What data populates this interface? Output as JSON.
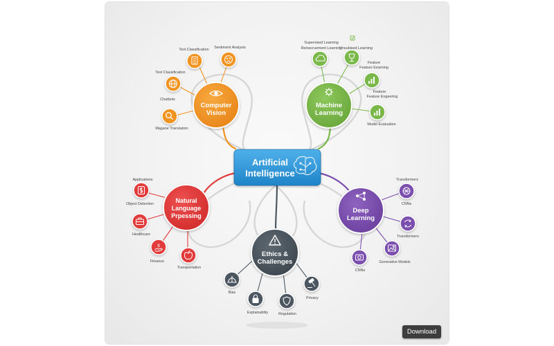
{
  "diagram": {
    "center": {
      "title_line1": "Artificial",
      "title_line2": "Intelligence",
      "icon": "brain-circuit-icon"
    },
    "branches": {
      "computer_vision": {
        "title_line1": "Computer",
        "title_line2": "Vision",
        "color": "#f29423",
        "icon": "eye-icon",
        "leaves": [
          {
            "label": "Sentiment Analysis",
            "icon": "sad-face-icon"
          },
          {
            "label": "Text Classification",
            "icon": "document-icon"
          },
          {
            "label": "Text Classification",
            "icon": "globe-icon"
          },
          {
            "label": "Chatbots",
            "icon": "magnifier-icon"
          },
          {
            "label": "Magane Translation",
            "icon": "none"
          }
        ]
      },
      "machine_learning": {
        "title_line1": "Machine",
        "title_line2": "Learning",
        "color": "#7ab94a",
        "icon": "gear-icon",
        "leaves": [
          {
            "label": "Supervised Learning",
            "icon": "cloud-icon"
          },
          {
            "label": "Reinscruement Learning",
            "icon": "none"
          },
          {
            "label": "Unsubised Learning",
            "icon": "trophy-icon"
          },
          {
            "label": "Feature Eearning",
            "icon": "bar-chart-icon"
          },
          {
            "label": "Feature Engeering",
            "icon": "bar-chart-icon"
          },
          {
            "label": "Model Evaluation",
            "icon": "bar-chart-icon"
          }
        ]
      },
      "nlp": {
        "title_line1": "Natural",
        "title_line2": "Language",
        "title_line3": "Prpessing",
        "color": "#e23b3b",
        "icon": "none",
        "leaves": [
          {
            "label": "Applications",
            "icon": "dollar-icon"
          },
          {
            "label": "Object Detection",
            "icon": "none"
          },
          {
            "label": "Healthcare",
            "icon": "briefcase-icon"
          },
          {
            "label": "Fiinance",
            "icon": "hand-money-icon"
          },
          {
            "label": "Transportation",
            "icon": "apple-icon"
          }
        ]
      },
      "deep_learning": {
        "title_line1": "Deep",
        "title_line2": "Learning",
        "color": "#7b4fae",
        "icon": "network-icon",
        "leaves": [
          {
            "label": "Transformers",
            "icon": "network-icon"
          },
          {
            "label": "CNNs",
            "icon": "none"
          },
          {
            "label": "Transformers",
            "icon": "cycle-icon"
          },
          {
            "label": "Generative Models",
            "icon": "image-icon"
          },
          {
            "label": "CNNs",
            "icon": "camera-icon"
          }
        ]
      },
      "ethics": {
        "title_line1": "Ethics &",
        "title_line2": "Challenges",
        "color": "#4c5760",
        "icon": "warning-icon",
        "leaves": [
          {
            "label": "Bias",
            "icon": "scale-icon"
          },
          {
            "label": "Explainablity",
            "icon": "lock-icon"
          },
          {
            "label": "Regulation",
            "icon": "shield-icon"
          },
          {
            "label": "Privacy",
            "icon": "gavel-icon"
          }
        ]
      }
    }
  },
  "toolbar": {
    "download_label": "Download"
  }
}
